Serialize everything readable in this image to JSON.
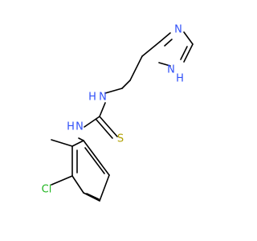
{
  "molecule": {
    "labels": {
      "ring_n_top": "N",
      "ring_nh_n": "N",
      "ring_nh_h": "H",
      "upper_nh": "H",
      "upper_nh_n": "N",
      "lower_nh": "H",
      "lower_nh_n": "N",
      "thione_s": "S",
      "chloro": "Cl"
    },
    "colors": {
      "bond": "#000000",
      "nitrogen": "#3050F8",
      "sulfur": "#B0A000",
      "chlorine": "#1FB51F"
    }
  }
}
